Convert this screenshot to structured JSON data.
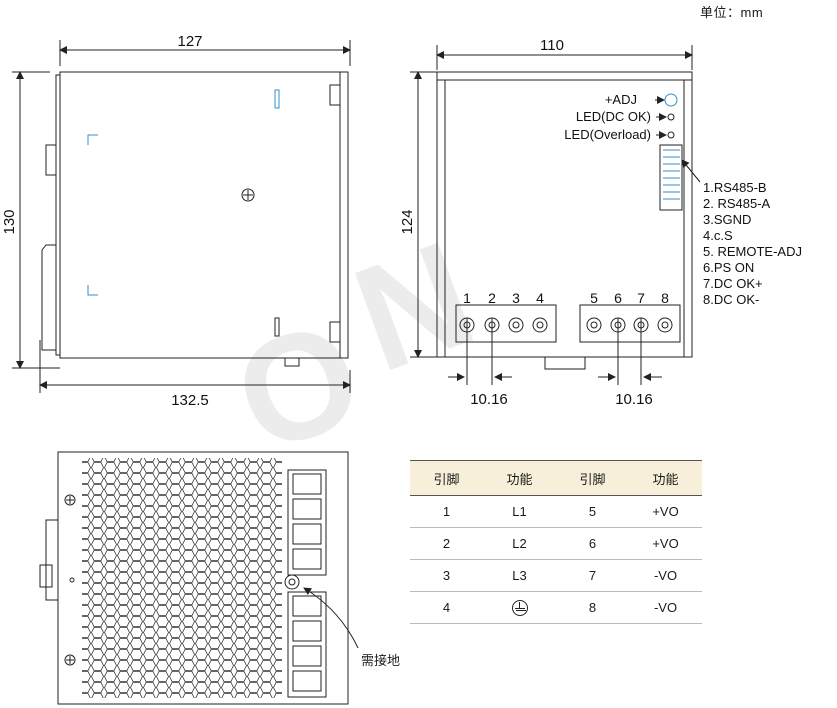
{
  "unit_label": "单位：mm",
  "side_view": {
    "width_top": "127",
    "height": "130",
    "width_bottom": "132.5"
  },
  "front_view": {
    "width": "110",
    "height": "124",
    "adj_label": "+ADJ",
    "led_dc_ok": "LED(DC OK)",
    "led_overload": "LED(Overload)",
    "terminal_numbers": [
      "1",
      "2",
      "3",
      "4",
      "5",
      "6",
      "7",
      "8"
    ],
    "pitch_left": "10.16",
    "pitch_right": "10.16",
    "rs485_pins": [
      "1.RS485-B",
      "2. RS485-A",
      "3.SGND",
      "4.c.S",
      "5. REMOTE-ADJ",
      "6.PS ON",
      "7.DC OK+",
      "8.DC OK-"
    ]
  },
  "ground_note": "需接地",
  "pin_table": {
    "headers": [
      "引脚",
      "功能",
      "引脚",
      "功能"
    ],
    "rows": [
      [
        "1",
        "L1",
        "5",
        "+VO"
      ],
      [
        "2",
        "L2",
        "6",
        "+VO"
      ],
      [
        "3",
        "L3",
        "7",
        "-VO"
      ],
      [
        "4",
        "ground-icon",
        "8",
        "-VO"
      ]
    ]
  },
  "colors": {
    "line": "#222222",
    "accent": "#3a8fc9",
    "header_bg": "#f7efd9"
  }
}
